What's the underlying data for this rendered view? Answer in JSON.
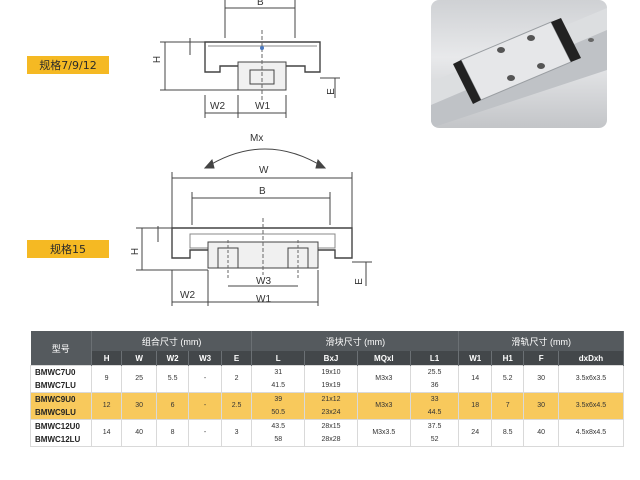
{
  "diagram1": {
    "spec_label": "规格7/9/12",
    "dims": {
      "B": "B",
      "H": "H",
      "E": "E",
      "W2": "W2",
      "W1": "W1"
    }
  },
  "diagram2": {
    "spec_label": "规格15",
    "dims": {
      "Mx": "Mx",
      "W": "W",
      "B": "B",
      "H": "H",
      "E": "E",
      "W3": "W3",
      "W2": "W2",
      "W1": "W1"
    }
  },
  "table": {
    "groups": {
      "model": "型号",
      "combined": "组合尺寸 (mm)",
      "block": "滑块尺寸 (mm)",
      "rail": "滑轨尺寸 (mm)"
    },
    "columns": [
      "H",
      "W",
      "W2",
      "W3",
      "E",
      "L",
      "BxJ",
      "MQxl",
      "L1",
      "W1",
      "H1",
      "F",
      "dxDxh"
    ],
    "rows": [
      {
        "model": [
          "BMWC7U0",
          "BMWC7LU"
        ],
        "H": "9",
        "W": "25",
        "W2": "5.5",
        "W3": "-",
        "E": "2",
        "L": [
          "31",
          "41.5"
        ],
        "BxJ": [
          "19x10",
          "19x19"
        ],
        "MQxl": "M3x3",
        "L1": [
          "25.5",
          "36"
        ],
        "W1": "14",
        "H1": "5.2",
        "F": "30",
        "dxDxh": "3.5x6x3.5",
        "highlight": false
      },
      {
        "model": [
          "BMWC9U0",
          "BMWC9LU"
        ],
        "H": "12",
        "W": "30",
        "W2": "6",
        "W3": "-",
        "E": "2.5",
        "L": [
          "39",
          "50.5"
        ],
        "BxJ": [
          "21x12",
          "23x24"
        ],
        "MQxl": "M3x3",
        "L1": [
          "33",
          "44.5"
        ],
        "W1": "18",
        "H1": "7",
        "F": "30",
        "dxDxh": "3.5x6x4.5",
        "highlight": true
      },
      {
        "model": [
          "BMWC12U0",
          "BMWC12LU"
        ],
        "H": "14",
        "W": "40",
        "W2": "8",
        "W3": "-",
        "E": "3",
        "L": [
          "43.5",
          "58"
        ],
        "BxJ": [
          "28x15",
          "28x28"
        ],
        "MQxl": "M3x3.5",
        "L1": [
          "37.5",
          "52"
        ],
        "W1": "24",
        "H1": "8.5",
        "F": "40",
        "dxDxh": "4.5x8x4.5",
        "highlight": false
      }
    ]
  },
  "colors": {
    "accent": "#f5b923",
    "header_dark": "#43474a",
    "header_mid": "#555a5e",
    "row_highlight": "#f8c95c"
  }
}
